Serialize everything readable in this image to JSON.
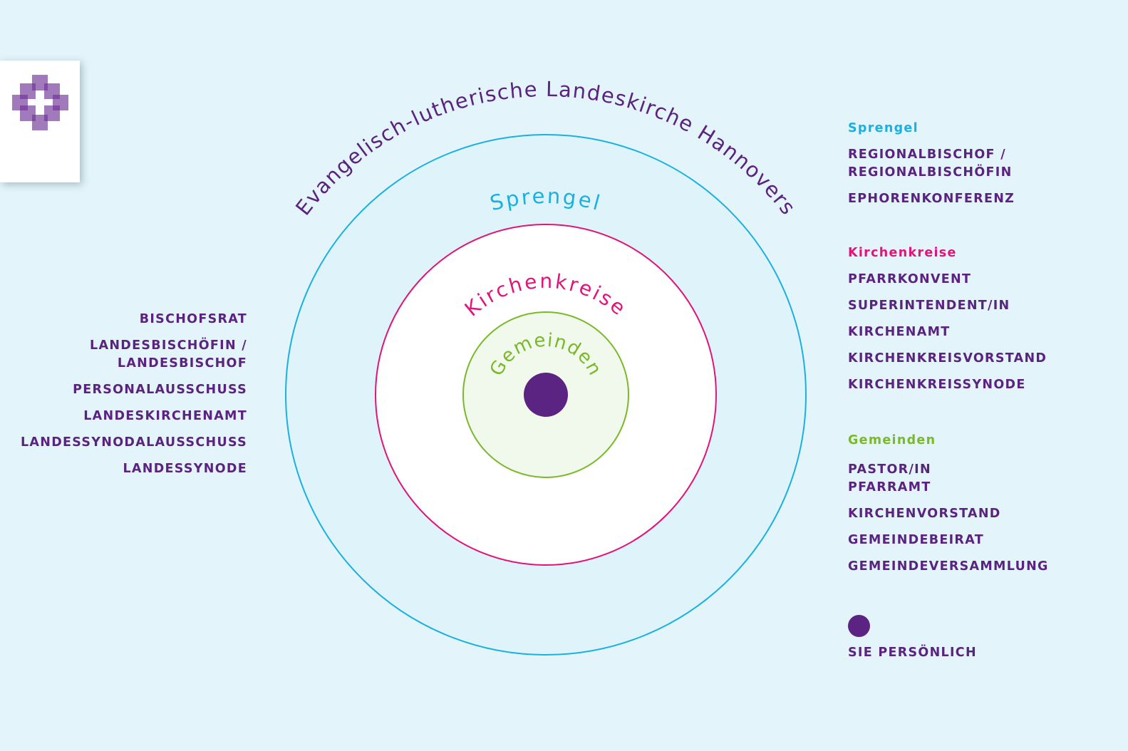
{
  "diagram": {
    "outer_title": "Evangelisch-lutherische Landeskirche Hannovers",
    "rings": [
      {
        "label": "Sprengel",
        "color": "#1ab0e0"
      },
      {
        "label": "Kirchenkreise",
        "color": "#e0147a"
      },
      {
        "label": "Gemeinden",
        "color": "#7ab929"
      }
    ],
    "center_color": "#5b2382"
  },
  "left_list": [
    "BISCHOFSRAT",
    "LANDESBISCHÖFIN /\nLANDESBISCHOF",
    "PERSONALAUSSCHUSS",
    "LANDESKIRCHENAMT",
    "LANDESSYNODALAUSSCHUSS",
    "LANDESSYNODE"
  ],
  "right": {
    "sprengel": {
      "title": "Sprengel",
      "items": [
        "REGIONALBISCHOF /\nREGIONALBISCHÖFIN",
        "EPHORENKONFERENZ"
      ]
    },
    "kirchenkreise": {
      "title": "Kirchenkreise",
      "items": [
        "PFARRKONVENT",
        "SUPERINTENDENT/IN",
        "KIRCHENAMT",
        "KIRCHENKREISVORSTAND",
        "KIRCHENKREISSYNODE"
      ]
    },
    "gemeinden": {
      "title": "Gemeinden",
      "items": [
        "PASTOR/IN\nPFARRAMT",
        "KIRCHENVORSTAND",
        "GEMEINDEBEIRAT",
        "GEMEINDEVERSAMMLUNG"
      ]
    },
    "personal": "SIE PERSÖNLICH"
  }
}
